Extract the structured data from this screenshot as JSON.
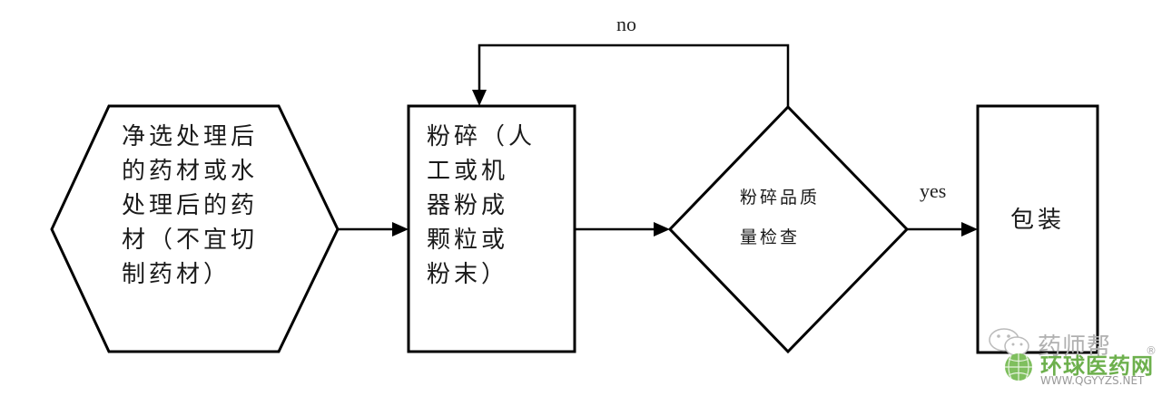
{
  "diagram": {
    "type": "flowchart",
    "nodes": [
      {
        "id": "input",
        "shape": "hexagon",
        "text": "净选处理后\n的药材或水\n处理后的药\n材（不宜切\n制药材）"
      },
      {
        "id": "crush",
        "shape": "rectangle",
        "text": "粉碎（人\n 工或机\n 器粉成\n 颗粒或\n 粉末）"
      },
      {
        "id": "check",
        "shape": "diamond",
        "text": "粉碎品质\n量检查"
      },
      {
        "id": "package",
        "shape": "rectangle",
        "text": "包装"
      }
    ],
    "edges": [
      {
        "from": "input",
        "to": "crush",
        "label": ""
      },
      {
        "from": "crush",
        "to": "check",
        "label": ""
      },
      {
        "from": "check",
        "to": "package",
        "label": "yes"
      },
      {
        "from": "check",
        "to": "crush",
        "label": "no"
      }
    ],
    "labels": {
      "no": "no",
      "yes": "yes"
    }
  },
  "watermark": {
    "wechat_name": "药师帮",
    "site_name": "环球医药网",
    "registered": "®",
    "site_url": "WWW.QGYYZS.NET",
    "colors": {
      "site_green": "#5aa33c",
      "gray": "#9a9a9a"
    }
  }
}
